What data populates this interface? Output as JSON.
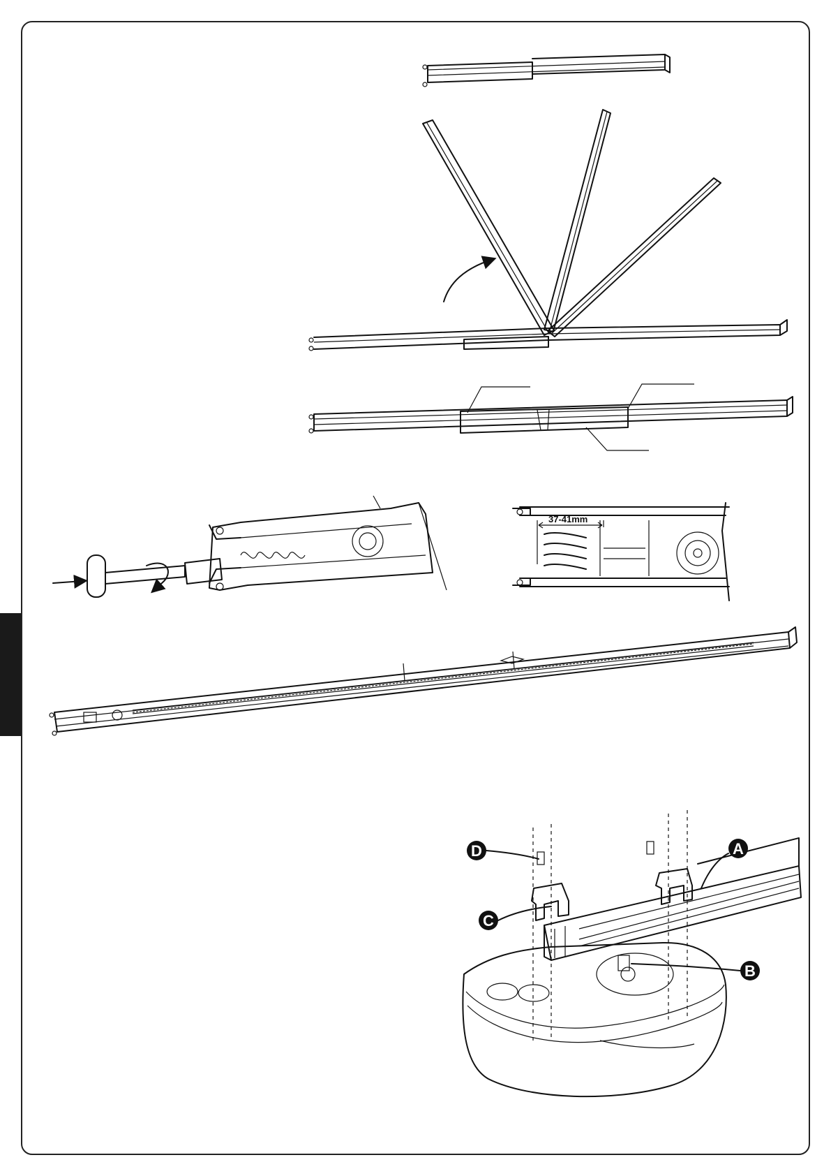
{
  "dimension_label": "37-41mm",
  "callouts": {
    "a": "A",
    "b": "B",
    "c": "C",
    "d": "D"
  },
  "colors": {
    "line": "#111111",
    "side_tab": "#1a1a1a",
    "callout_fill": "#111111"
  }
}
